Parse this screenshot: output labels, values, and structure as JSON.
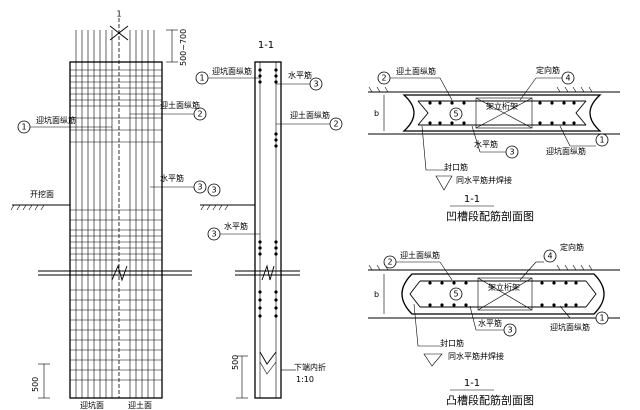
{
  "elevation": {
    "axis_mark": "1",
    "dim_top": "500~700",
    "dim_bottom": "500",
    "label_excavation_face": "开挖面",
    "label_pit_side_vertical": "迎坑面纵筋",
    "label_soil_side_vertical": "迎土面纵筋",
    "label_horizontal_bar": "水平筋",
    "bottom_left": "迎坑面",
    "bottom_right": "迎土面"
  },
  "section_view": {
    "title": "1-1",
    "label_pit_side_vertical": "迎坑面纵筋",
    "label_horizontal_bar_top": "水平筋",
    "label_soil_side_vertical": "迎土面纵筋",
    "label_horizontal_bar_mid": "水平筋",
    "dim_bottom": "500",
    "note_bottom": "下端内折",
    "note_ratio": "1:10"
  },
  "concave_section": {
    "label_soil_side_vertical": "迎土面纵筋",
    "label_positioning_bar": "定向筋",
    "label_frame": "架立桁架",
    "label_b": "b",
    "label_horizontal_bar": "水平筋",
    "label_pit_side_vertical": "迎坑面纵筋",
    "label_sealing_bar": "封口筋",
    "label_weld_note": "同水平筋并焊接",
    "section_mark": "1-1",
    "title": "凹槽段配筋剖面图"
  },
  "convex_section": {
    "label_soil_side_vertical": "迎土面纵筋",
    "label_positioning_bar": "定向筋",
    "label_frame": "架立桁架",
    "label_b": "b",
    "label_horizontal_bar": "水平筋",
    "label_pit_side_vertical": "迎坑面纵筋",
    "label_sealing_bar": "封口筋",
    "label_weld_note": "同水平筋并焊接",
    "section_mark": "1-1",
    "title": "凸槽段配筋剖面图"
  },
  "markers": {
    "m1": "1",
    "m2": "2",
    "m3": "3",
    "m4": "4",
    "m5": "5"
  }
}
